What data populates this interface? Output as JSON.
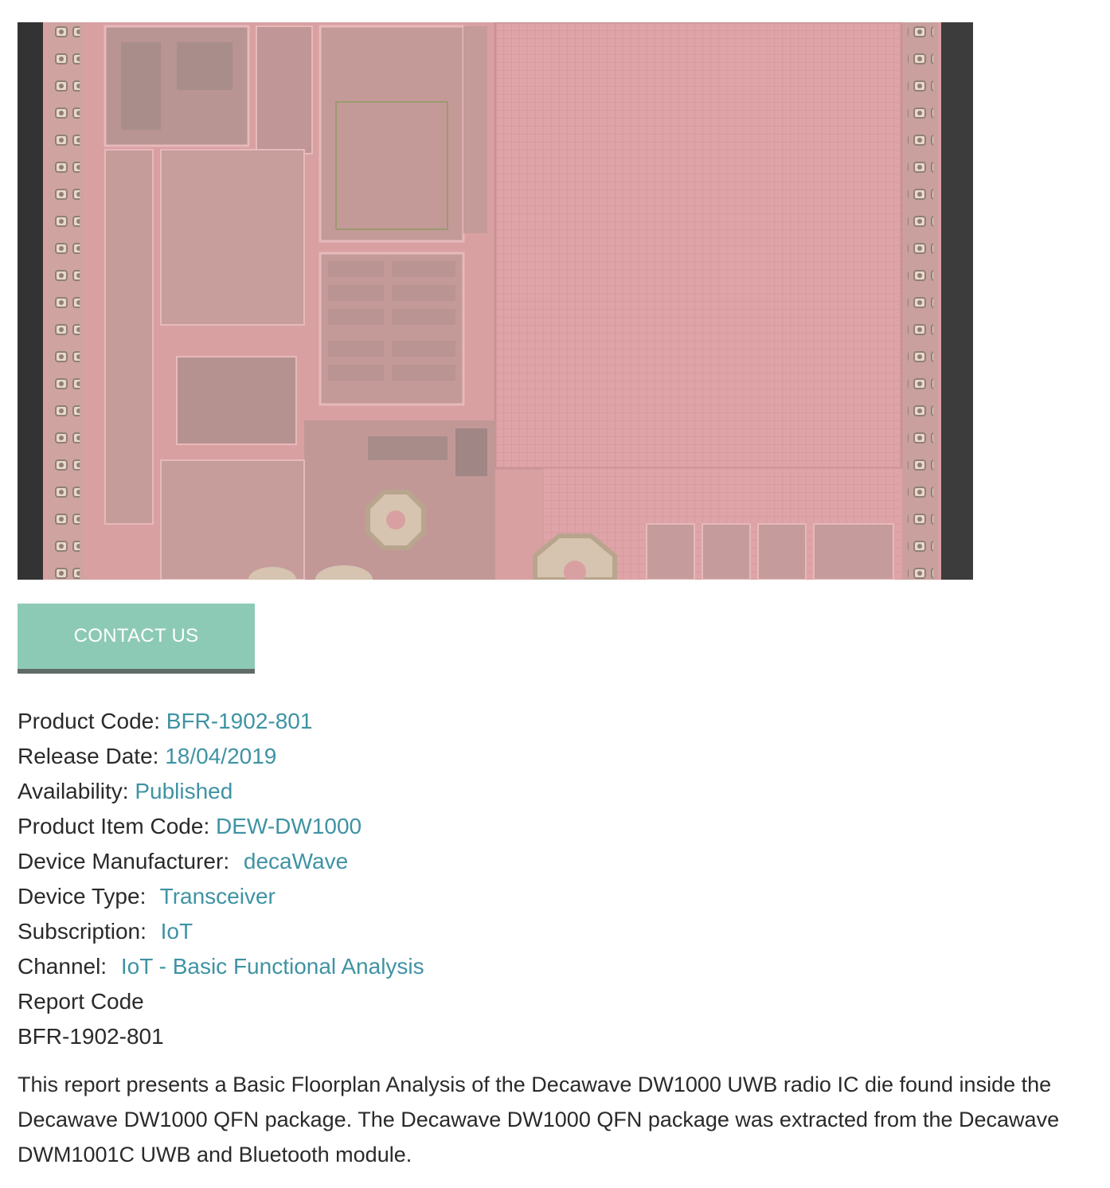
{
  "image": {
    "alt": "Decawave DW1000 die photo"
  },
  "contact_button": {
    "label": "CONTACT US"
  },
  "details": [
    {
      "key": "product_code",
      "label": "Product Code:",
      "value": "BFR-1902-801"
    },
    {
      "key": "release_date",
      "label": "Release Date:",
      "value": "18/04/2019"
    },
    {
      "key": "availability",
      "label": "Availability:",
      "value": "Published"
    },
    {
      "key": "product_item_code",
      "label": "Product Item Code:",
      "value": "DEW-DW1000"
    },
    {
      "key": "device_manufacturer",
      "label": "Device Manufacturer:",
      "value": "decaWave"
    },
    {
      "key": "device_type",
      "label": "Device Type:",
      "value": "Transceiver"
    },
    {
      "key": "subscription",
      "label": "Subscription:",
      "value": "IoT"
    },
    {
      "key": "channel",
      "label": "Channel:",
      "value": "IoT - Basic Functional Analysis"
    }
  ],
  "report_code": {
    "label": "Report Code",
    "value": "BFR-1902-801"
  },
  "description": "This report presents a Basic Floorplan Analysis of the Decawave DW1000 UWB radio IC die found inside the Decawave DW1000 QFN package. The Decawave DW1000 QFN package was extracted from the Decawave DWM1001C UWB and Bluetooth module.",
  "colors": {
    "accent_button": "#8dcab5",
    "link": "#3f93a3",
    "die_pink": "#dba1a3"
  }
}
